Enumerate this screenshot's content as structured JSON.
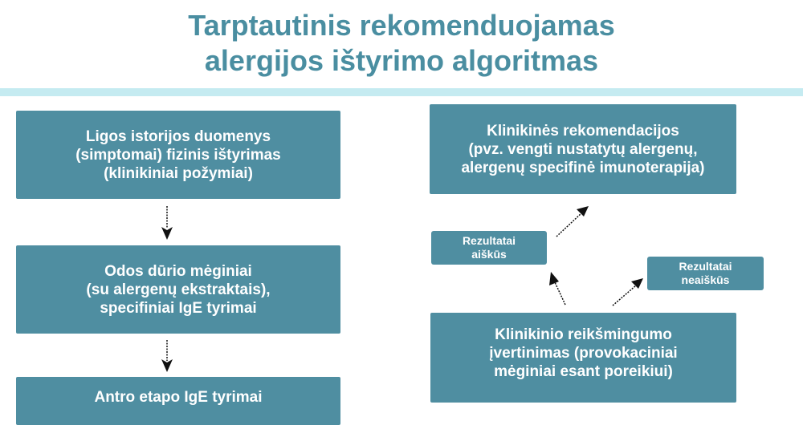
{
  "title": {
    "line1": "Tarptautinis rekomenduojamas",
    "line2": "alergijos ištyrimo algoritmas"
  },
  "left_boxes": [
    {
      "lines": [
        "Ligos istorijos duomenys",
        "(simptomai) fizinis ištyrimas",
        "(klinikiniai požymiai)"
      ]
    },
    {
      "lines": [
        "Odos dūrio mėginiai",
        "(su alergenų ekstraktais),",
        "specifiniai IgE tyrimai"
      ]
    },
    {
      "lines": [
        "Antro etapo IgE tyrimai"
      ]
    }
  ],
  "right_boxes": {
    "recommendations": {
      "lines": [
        "Klinikinės rekomendacijos",
        "(pvz. vengti nustatytų alergenų,",
        "alergenų specifinė imunoterapija)"
      ]
    },
    "results_clear": {
      "lines": [
        "Rezultatai",
        "aiškūs"
      ]
    },
    "results_unclear": {
      "lines": [
        "Rezultatai",
        "neaiškūs"
      ]
    },
    "significance": {
      "lines": [
        "Klinikinio reikšmingumo",
        "įvertinimas (provokaciniai",
        "mėginiai esant poreikiui)"
      ]
    }
  },
  "colors": {
    "title": "#4a8ea1",
    "box": "#4f8ea1",
    "band": "#c5ebf1",
    "arrow": "#111111"
  },
  "icons": {
    "down_arrow": "down-arrow-icon",
    "diagonal_arrow": "diagonal-arrow-icon"
  }
}
